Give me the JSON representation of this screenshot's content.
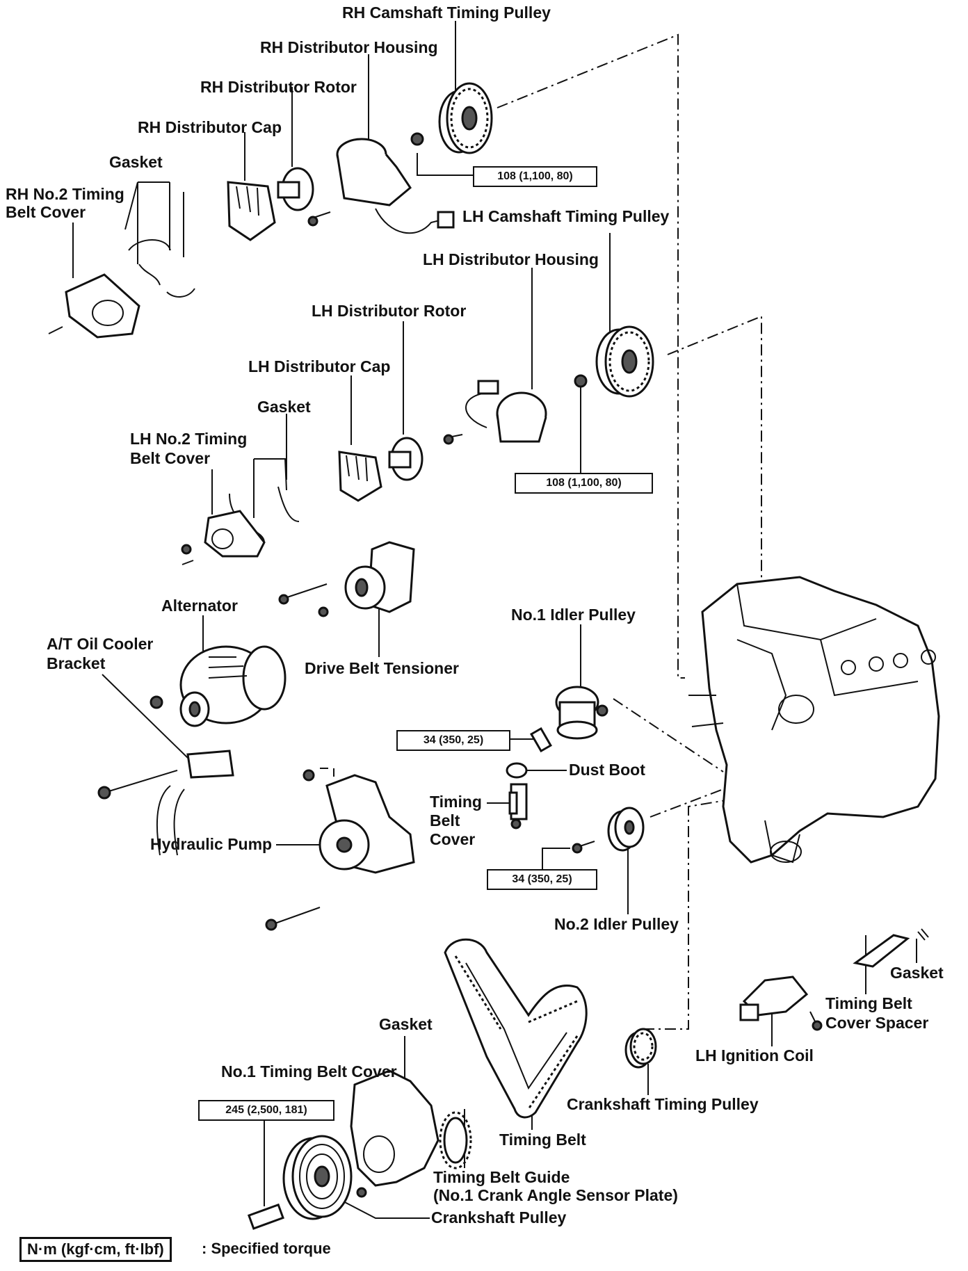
{
  "labels": {
    "rh_cam_pulley": "RH Camshaft Timing Pulley",
    "rh_dist_housing": "RH Distributor Housing",
    "rh_dist_rotor": "RH Distributor Rotor",
    "rh_dist_cap": "RH Distributor Cap",
    "gasket_top": "Gasket",
    "rh_no2_cover_l1": "RH No.2 Timing",
    "rh_no2_cover_l2": "Belt Cover",
    "lh_cam_pulley": "LH Camshaft Timing Pulley",
    "lh_dist_housing": "LH Distributor Housing",
    "lh_dist_rotor": "LH Distributor Rotor",
    "lh_dist_cap": "LH Distributor Cap",
    "gasket_mid": "Gasket",
    "lh_no2_cover_l1": "LH No.2 Timing",
    "lh_no2_cover_l2": "Belt Cover",
    "alternator": "Alternator",
    "at_oil_l1": "A/T Oil Cooler",
    "at_oil_l2": "Bracket",
    "drive_belt_tensioner": "Drive Belt Tensioner",
    "no1_idler": "No.1 Idler Pulley",
    "dust_boot": "Dust Boot",
    "timing_belt_cover_l1": "Timing",
    "timing_belt_cover_l2": "Belt",
    "timing_belt_cover_l3": "Cover",
    "hydraulic_pump": "Hydraulic Pump",
    "no2_idler": "No.2 Idler Pulley",
    "gasket_right": "Gasket",
    "tb_cover_spacer_l1": "Timing Belt",
    "tb_cover_spacer_l2": "Cover Spacer",
    "lh_ignition_coil": "LH Ignition Coil",
    "gasket_bottom": "Gasket",
    "no1_tb_cover": "No.1 Timing Belt Cover",
    "crank_timing_pulley": "Crankshaft Timing Pulley",
    "timing_belt": "Timing Belt",
    "tb_guide_l1": "Timing Belt Guide",
    "tb_guide_l2": "(No.1 Crank Angle Sensor Plate)",
    "crank_pulley": "Crankshaft Pulley"
  },
  "torques": {
    "rh_cam": "108 (1,100, 80)",
    "lh_cam": "108 (1,100, 80)",
    "idler1": "34 (350, 25)",
    "idler2": "34 (350, 25)",
    "crank": "245 (2,500, 181)"
  },
  "legend": {
    "unit": "N·m (kgf·cm, ft·lbf)",
    "description": ": Specified torque"
  }
}
